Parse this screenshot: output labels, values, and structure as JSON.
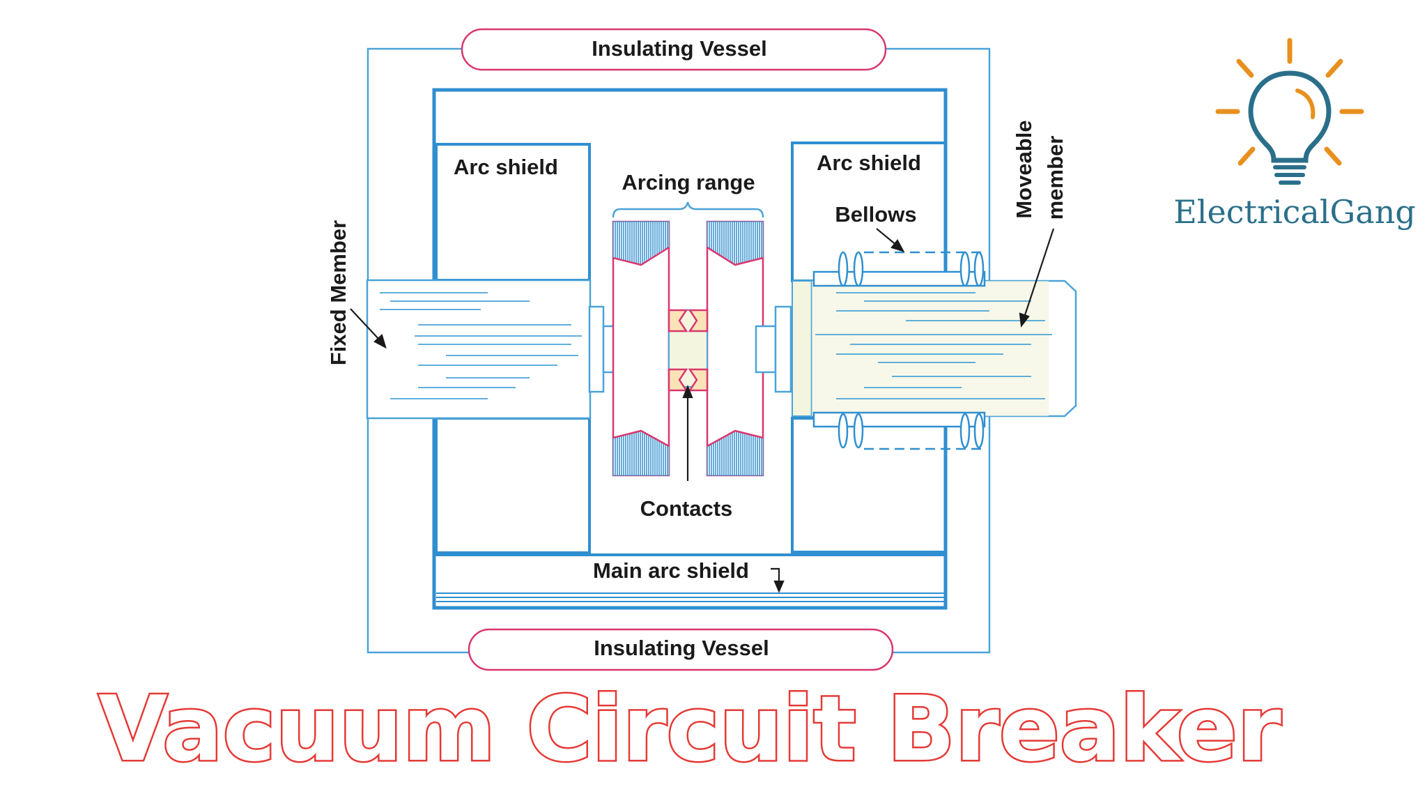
{
  "labels": {
    "insulating_vessel_top": "Insulating Vessel",
    "insulating_vessel_bottom": "Insulating Vessel",
    "arc_shield_left": "Arc shield",
    "arc_shield_right": "Arc shield",
    "arcing_range": "Arcing range",
    "bellows": "Bellows",
    "moveable_member_line1": "Moveable",
    "moveable_member_line2": "member",
    "fixed_member": "Fixed Member",
    "contacts": "Contacts",
    "main_arc_shield": "Main arc shield"
  },
  "title": "Vacuum Circuit Breaker",
  "brand": {
    "name": "ElectricalGang",
    "logo_icon": "lightbulb-icon"
  },
  "colors": {
    "diagram_line": "#4aa3d8",
    "contacts_pink": "#d9366e",
    "contact_fill": "#fbe3b8",
    "member_fill": "#f3f5df",
    "title_stroke": "#e53935",
    "brand_text": "#2a6f8a",
    "logo_rays": "#e8901e"
  }
}
